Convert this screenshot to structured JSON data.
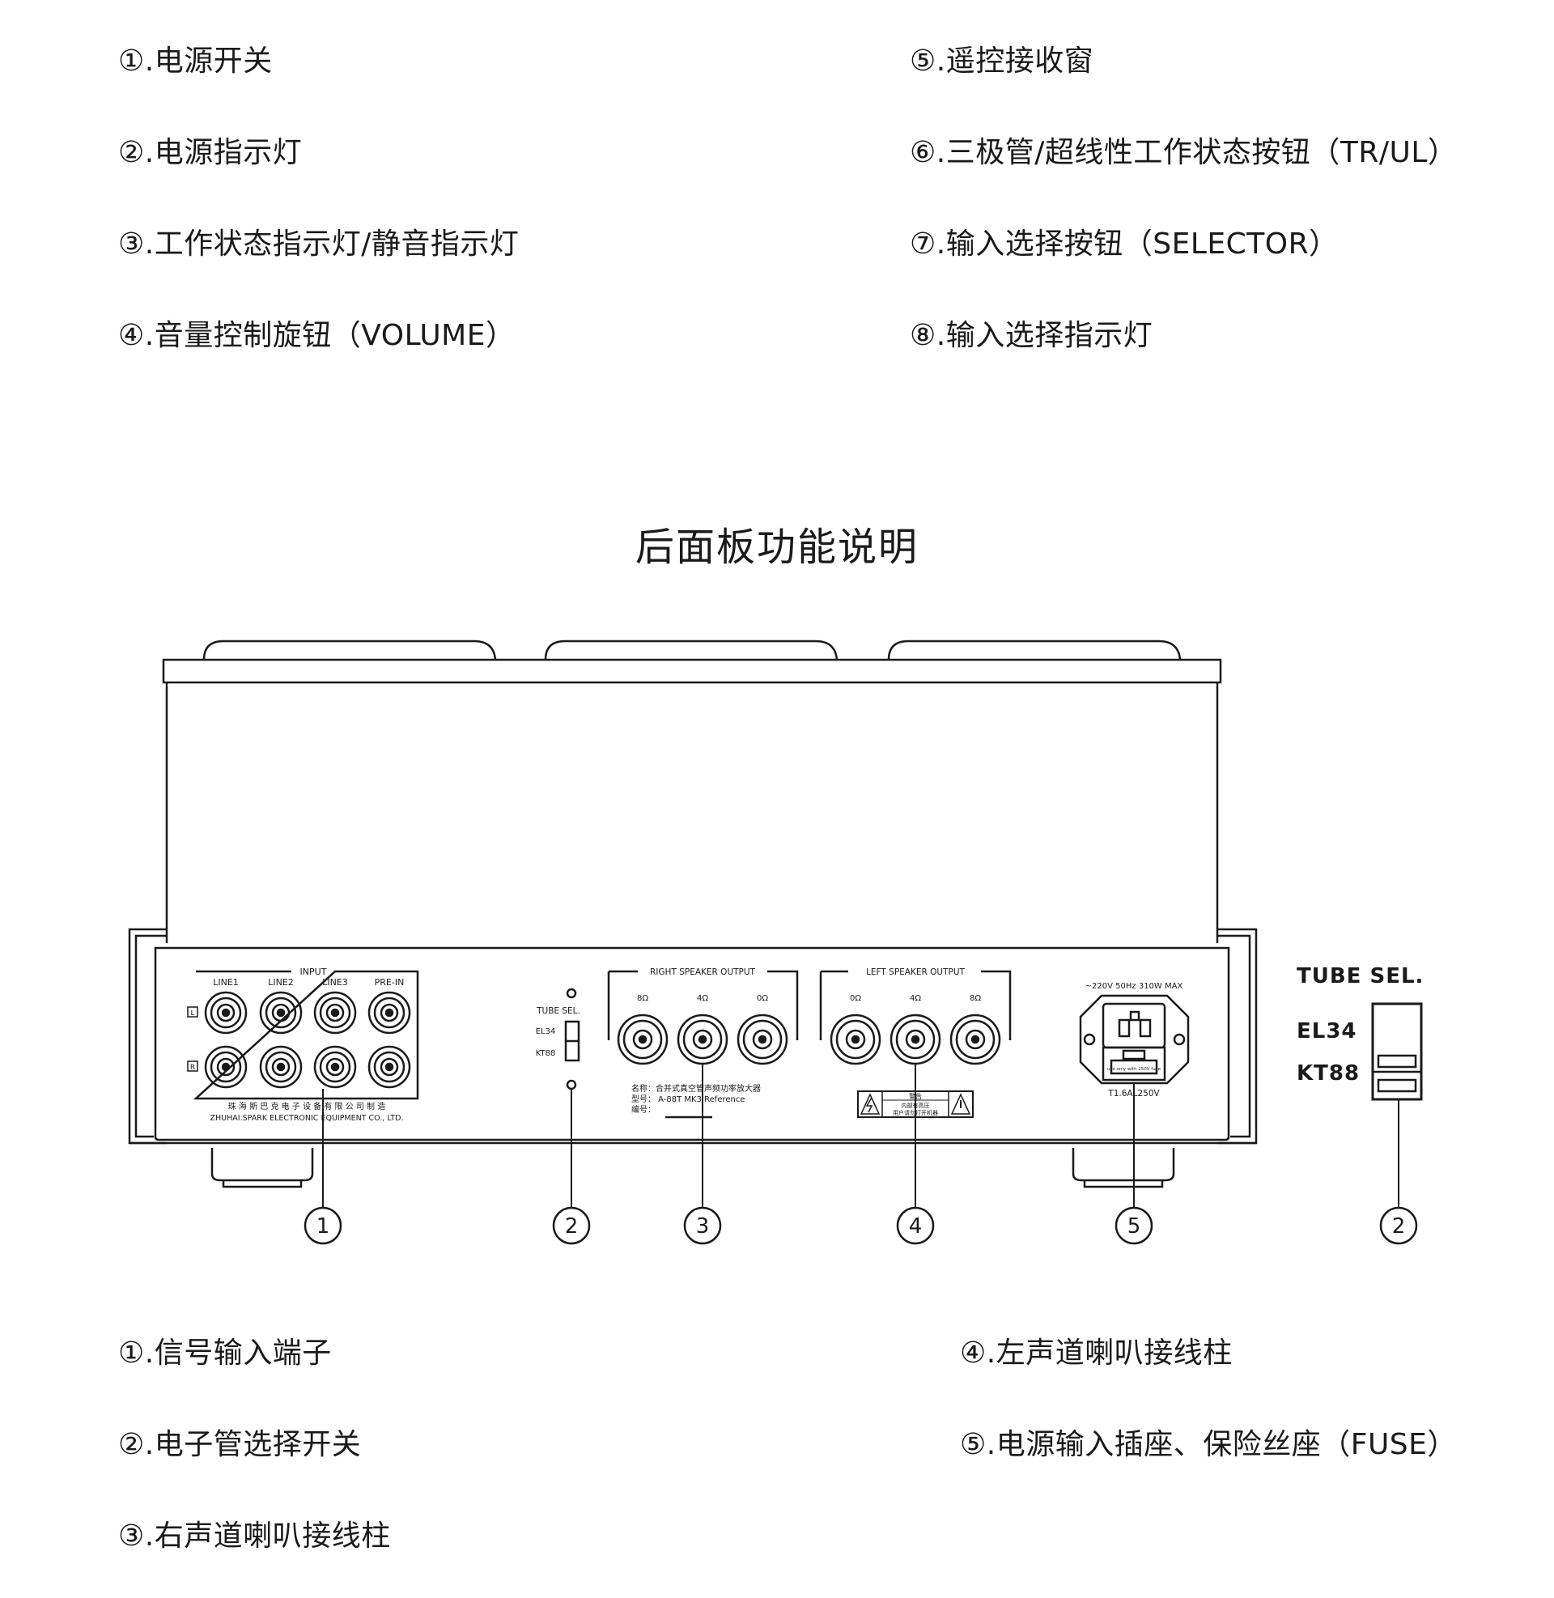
{
  "front_panel_legend": {
    "items": [
      {
        "num": "①",
        "text": "电源开关"
      },
      {
        "num": "②",
        "text": "电源指示灯"
      },
      {
        "num": "③",
        "text": "工作状态指示灯/静音指示灯"
      },
      {
        "num": "④",
        "text": "音量控制旋钮（VOLUME）"
      },
      {
        "num": "⑤",
        "text": "遥控接收窗"
      },
      {
        "num": "⑥",
        "text": "三极管/超线性工作状态按钮（TR/UL）"
      },
      {
        "num": "⑦",
        "text": "输入选择按钮（SELECTOR）"
      },
      {
        "num": "⑧",
        "text": "输入选择指示灯"
      }
    ]
  },
  "rear_panel": {
    "title": "后面板功能说明",
    "input_label": "INPUT",
    "inputs": [
      "LINE1",
      "LINE2",
      "LINE3",
      "PRE-IN"
    ],
    "channel_l": "L",
    "channel_r": "R",
    "maker_cn": "珠 海 斯 巴 克 电 子 设 备 有 限 公 司 制 造",
    "maker_en": "ZHUHAI.SPARK ELECTRONIC EQUIPMENT CO., LTD.",
    "tube_sel": {
      "label": "TUBE SEL.",
      "opt1": "EL34",
      "opt2": "KT88"
    },
    "right_speaker": {
      "label": "RIGHT SPEAKER OUTPUT",
      "taps": [
        "8Ω",
        "4Ω",
        "0Ω"
      ]
    },
    "left_speaker": {
      "label": "LEFT SPEAKER OUTPUT",
      "taps": [
        "0Ω",
        "4Ω",
        "8Ω"
      ]
    },
    "nameplate": {
      "line1": "名称：合并式真空管声频功率放大器",
      "line2": "型号：  A-88T MK3  Reference",
      "line3": "编号："
    },
    "warning": {
      "title": "警告",
      "line1": "内部有高压",
      "line2": "用户请勿打开机器"
    },
    "power": {
      "rating": "~220V 50Hz 310W MAX",
      "fuse_note": "use only with 250V fuse",
      "fuse": "T1.6AL250V"
    },
    "callouts": [
      "1",
      "2",
      "3",
      "4",
      "5",
      "2"
    ],
    "zoom": {
      "label": "TUBE SEL.",
      "opt1": "EL34",
      "opt2": "KT88"
    }
  },
  "rear_panel_legend": {
    "items": [
      {
        "num": "①",
        "text": "信号输入端子"
      },
      {
        "num": "②",
        "text": "电子管选择开关"
      },
      {
        "num": "③",
        "text": "右声道喇叭接线柱"
      },
      {
        "num": "④",
        "text": "左声道喇叭接线柱"
      },
      {
        "num": "⑤",
        "text": "电源输入插座、保险丝座（FUSE）"
      }
    ]
  }
}
